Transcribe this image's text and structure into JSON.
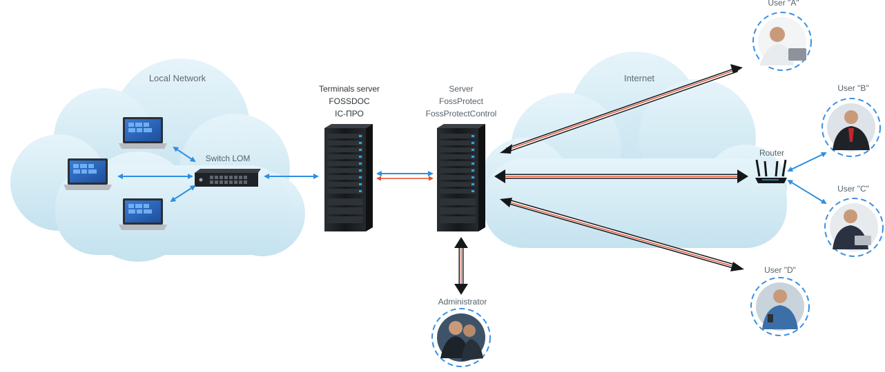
{
  "networks": {
    "local": "Local Network",
    "internet": "Internet"
  },
  "devices": {
    "switch": "Switch LOM",
    "router": "Router",
    "terminals_server": {
      "line1": "Terminals server",
      "line2": "FOSSDOC",
      "line3": "IC-ПРО"
    },
    "server": {
      "line1": "Server",
      "line2": "FossProtect",
      "line3": "FossProtectControl"
    }
  },
  "users": {
    "a": "User \"A\"",
    "b": "User \"B\"",
    "c": "User \"C\"",
    "d": "User \"D\"",
    "admin": "Administrator"
  },
  "colors": {
    "cloud": "#cfe8f3",
    "link_blue": "#2b8fe0",
    "link_red": "#e2502d",
    "rack": "#1b1e21",
    "rack_led": "#2aa7e8",
    "avatar_ring": "#3a8fe0"
  },
  "icons": [
    "laptop-icon",
    "switch-icon",
    "server-rack-icon",
    "router-icon",
    "avatar-photo"
  ]
}
